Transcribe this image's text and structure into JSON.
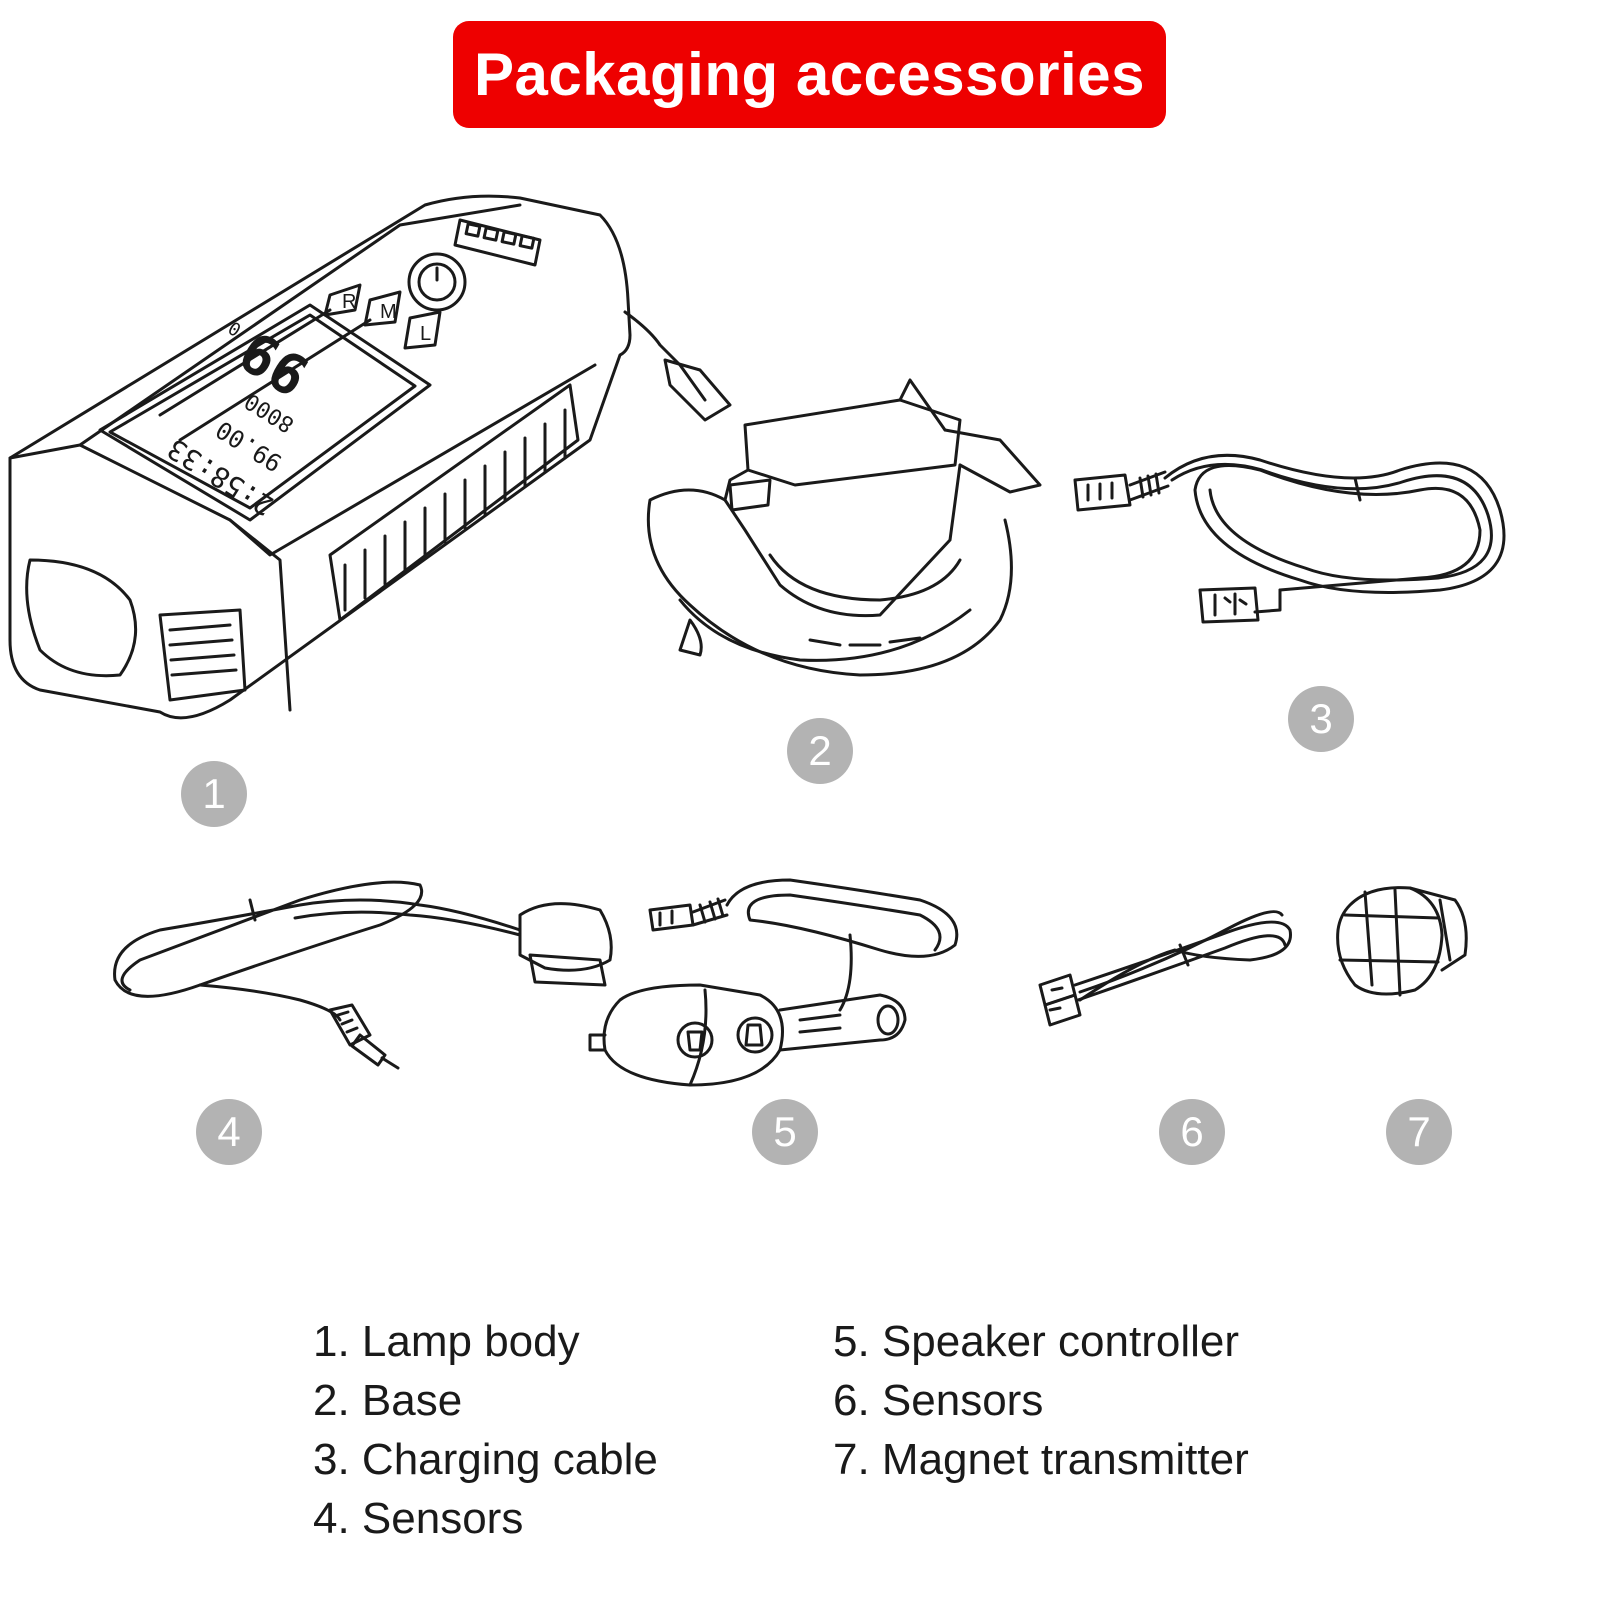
{
  "title": "Packaging accessories",
  "colors": {
    "title_background": "#ee0000",
    "badge": "#b3b3b3",
    "line_art": "#1a1a1a"
  },
  "items": [
    {
      "number": "1",
      "label": "1. Lamp body",
      "icon": "lamp-body-icon"
    },
    {
      "number": "2",
      "label": "2. Base",
      "icon": "mount-base-icon"
    },
    {
      "number": "3",
      "label": "3. Charging cable",
      "icon": "usb-cable-icon"
    },
    {
      "number": "4",
      "label": "4. Sensors",
      "icon": "sensor-cable-icon"
    },
    {
      "number": "5",
      "label": "5. Speaker controller",
      "icon": "speaker-controller-icon"
    },
    {
      "number": "6",
      "label": "6. Sensors",
      "icon": "cable-bundle-icon"
    },
    {
      "number": "7",
      "label": "7. Magnet transmitter",
      "icon": "magnet-icon"
    }
  ],
  "device": {
    "buttons": [
      "R",
      "M",
      "L"
    ],
    "readouts": [
      "2:58:33",
      "99.00",
      "8000",
      "99",
      "0"
    ]
  }
}
